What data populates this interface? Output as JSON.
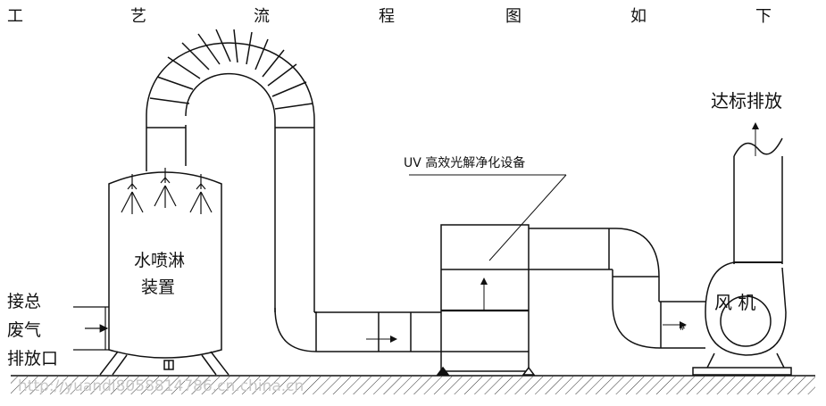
{
  "title_chars": [
    "工",
    "艺",
    "流",
    "程",
    "图",
    "如",
    "下"
  ],
  "labels": {
    "uv_device": "UV 高效光解净化设备",
    "spray_tower_line1": "水喷淋",
    "spray_tower_line2": "装置",
    "inlet_line1": "接总",
    "inlet_line2": "废气",
    "inlet_line3": "排放口",
    "fan": "风 机",
    "discharge": "达标排放"
  },
  "watermark": "http://yuandi8058814786.cn.china.cn"
}
